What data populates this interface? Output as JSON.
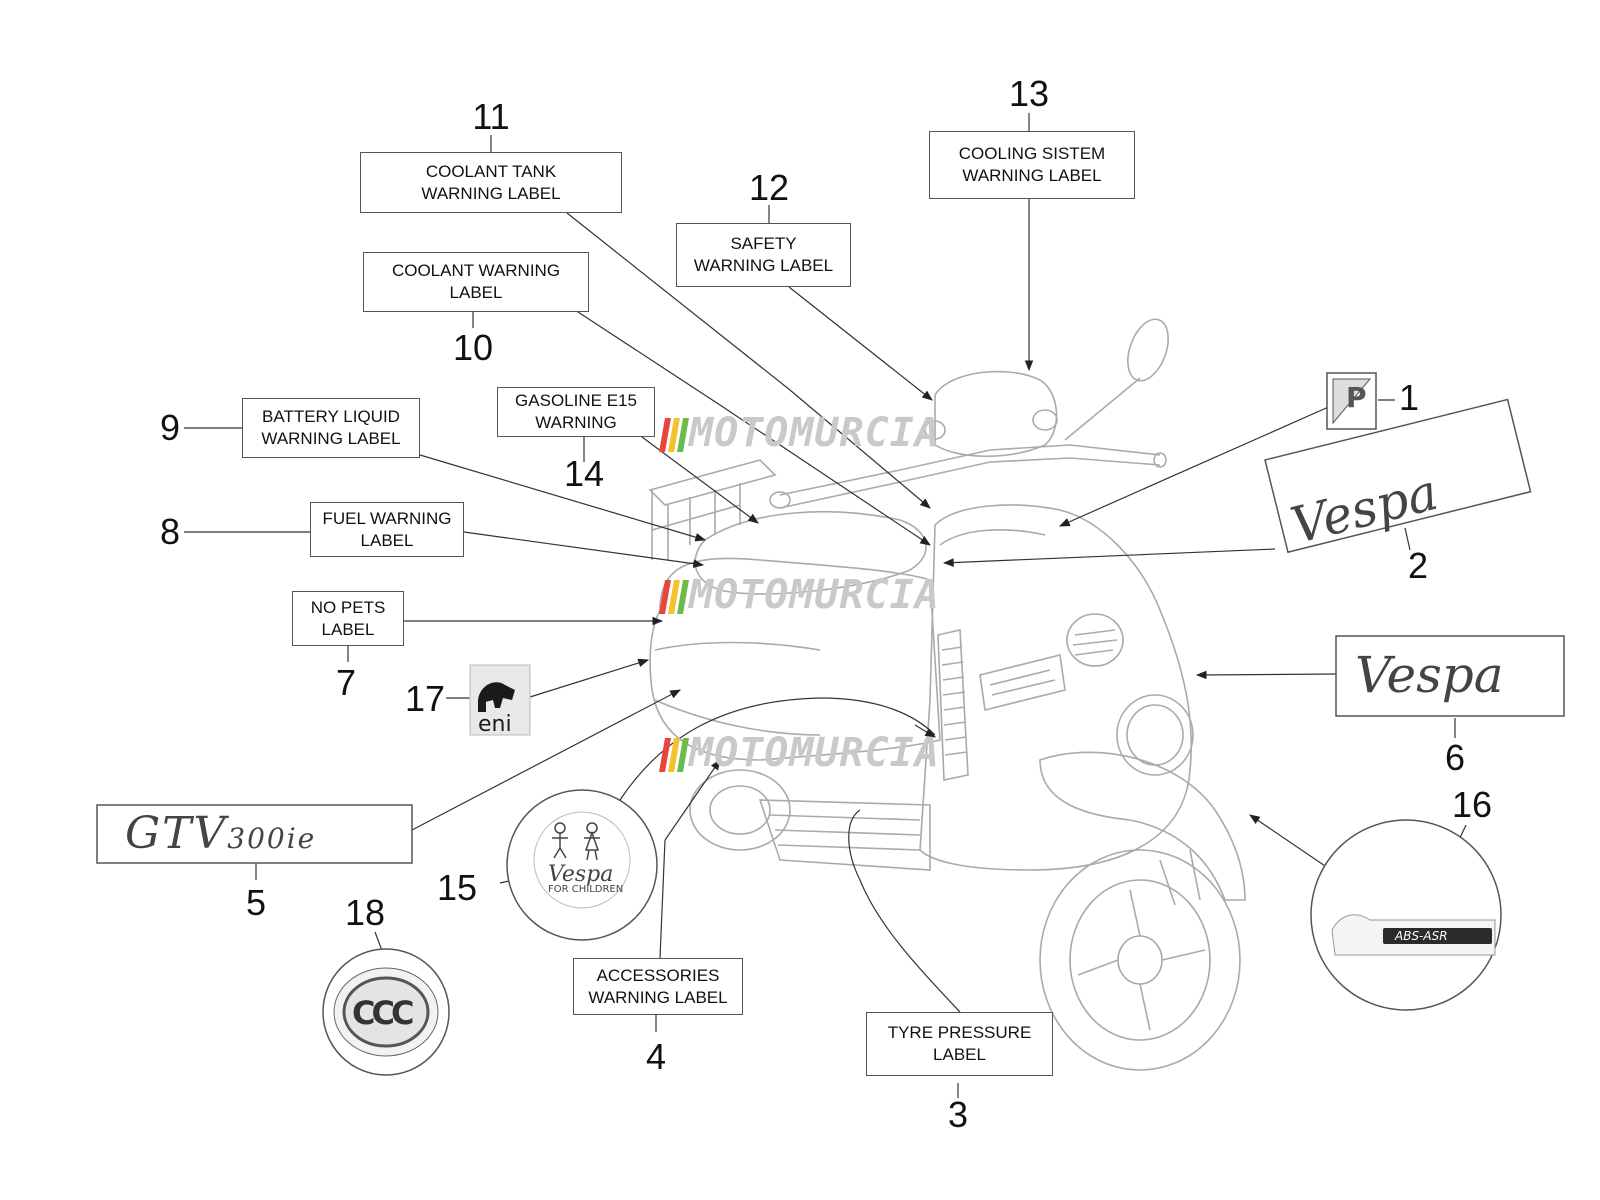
{
  "labels": {
    "l1": {
      "number": "1"
    },
    "l2": {
      "number": "2",
      "emblem": "Vespa"
    },
    "l3": {
      "number": "3",
      "line1": "TYRE PRESSURE",
      "line2": "LABEL"
    },
    "l4": {
      "number": "4",
      "line1": "ACCESSORIES",
      "line2": "WARNING LABEL"
    },
    "l5": {
      "number": "5",
      "emblem_main": "GTV",
      "emblem_sub": "300ie"
    },
    "l6": {
      "number": "6",
      "emblem": "Vespa"
    },
    "l7": {
      "number": "7",
      "line1": "NO PETS",
      "line2": "LABEL"
    },
    "l8": {
      "number": "8",
      "line1": "FUEL WARNING",
      "line2": "LABEL"
    },
    "l9": {
      "number": "9",
      "line1": "BATTERY LIQUID",
      "line2": "WARNING LABEL"
    },
    "l10": {
      "number": "10",
      "line1": "COOLANT WARNING",
      "line2": "LABEL"
    },
    "l11": {
      "number": "11",
      "line1": "COOLANT TANK",
      "line2": "WARNING LABEL"
    },
    "l12": {
      "number": "12",
      "line1": "SAFETY",
      "line2": "WARNING LABEL"
    },
    "l13": {
      "number": "13",
      "line1": "COOLING SISTEM",
      "line2": "WARNING LABEL"
    },
    "l14": {
      "number": "14",
      "line1": "GASOLINE E15",
      "line2": "WARNING"
    },
    "l15": {
      "number": "15",
      "emblem": "Vespa",
      "caption": "FOR CHILDREN"
    },
    "l16": {
      "number": "16",
      "badge": "ABS-ASR"
    },
    "l17": {
      "number": "17",
      "brand": "eni"
    },
    "l18": {
      "number": "18",
      "mark": "CCC"
    }
  },
  "watermark": {
    "text": "MOTOMURCIA",
    "stripe_colors": [
      "#e8453c",
      "#f2c230",
      "#6dbb4a"
    ]
  },
  "colors": {
    "line": "#555555",
    "drawing": "#aaaaaa"
  }
}
